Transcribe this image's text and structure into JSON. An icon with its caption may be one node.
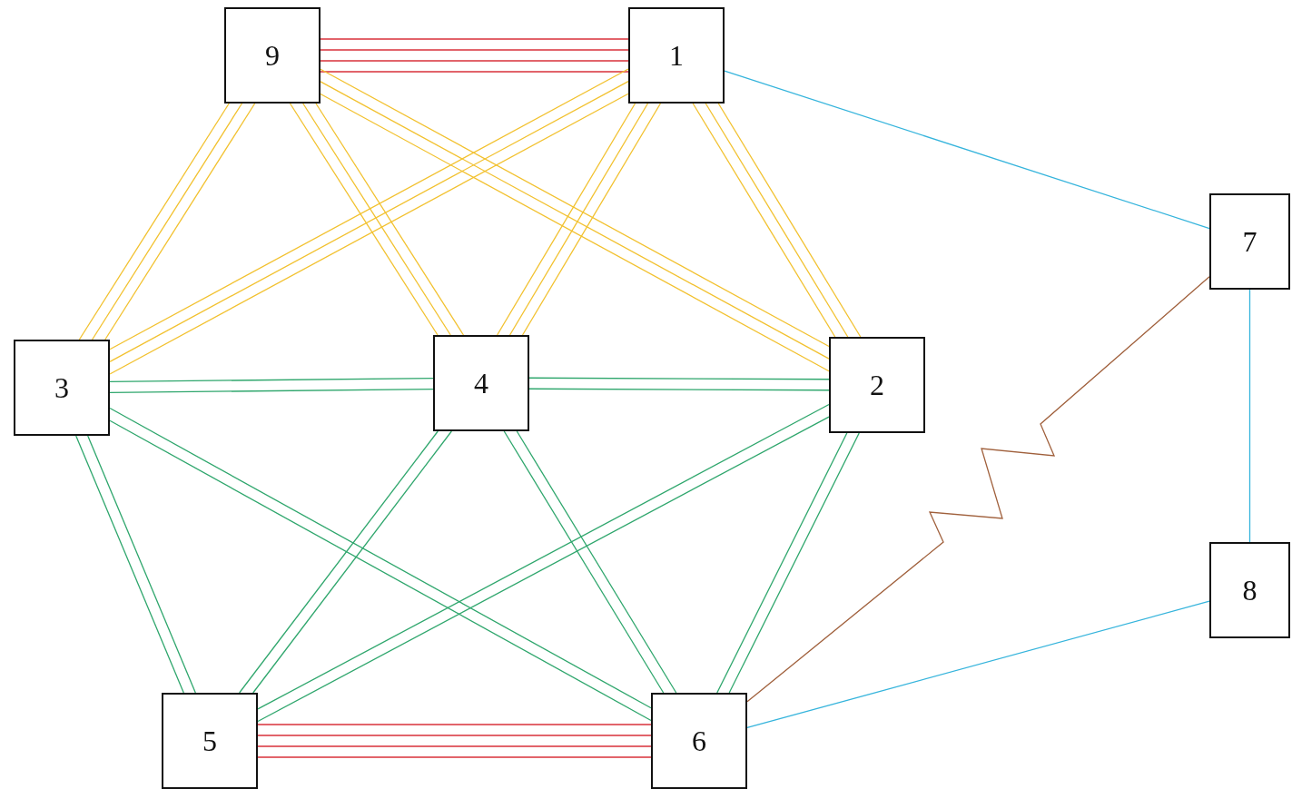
{
  "diagram": {
    "nodes": [
      {
        "text": [
          "9"
        ]
      },
      {
        "text": [
          "1"
        ]
      },
      {
        "text": [
          "7"
        ]
      },
      {
        "text": [
          "3"
        ]
      },
      {
        "text": [
          "4"
        ]
      },
      {
        "text": [
          "2"
        ]
      },
      {
        "text": [
          "8"
        ]
      },
      {
        "text": [
          "5"
        ]
      },
      {
        "text": [
          "6"
        ]
      }
    ],
    "edges": [
      {
        "from": 0,
        "to": 1,
        "arrow": "none",
        "color": "#d8303a"
      },
      {
        "from": 0,
        "to": 1,
        "arrow": "none",
        "color": "#d8303a"
      },
      {
        "from": 0,
        "to": 1,
        "arrow": "none",
        "color": "#d8303a"
      },
      {
        "from": 0,
        "to": 1,
        "arrow": "none",
        "color": "#d8303a"
      },
      {
        "from": 0,
        "to": 3,
        "arrow": "none"
      },
      {
        "from": 0,
        "to": 3,
        "arrow": "none"
      },
      {
        "from": 0,
        "to": 3,
        "arrow": "none"
      },
      {
        "from": 0,
        "to": 4,
        "arrow": "none"
      },
      {
        "from": 0,
        "to": 4,
        "arrow": "none"
      },
      {
        "from": 0,
        "to": 4,
        "arrow": "none"
      },
      {
        "from": 0,
        "to": 5,
        "arrow": "none"
      },
      {
        "from": 0,
        "to": 5,
        "arrow": "none"
      },
      {
        "from": 0,
        "to": 5,
        "arrow": "none"
      },
      {
        "from": 1,
        "to": 3,
        "arrow": "none"
      },
      {
        "from": 1,
        "to": 3,
        "arrow": "none"
      },
      {
        "from": 1,
        "to": 3,
        "arrow": "none"
      },
      {
        "from": 1,
        "to": 4,
        "arrow": "none"
      },
      {
        "from": 1,
        "to": 4,
        "arrow": "none"
      },
      {
        "from": 1,
        "to": 4,
        "arrow": "none"
      },
      {
        "from": 1,
        "to": 5,
        "arrow": "none"
      },
      {
        "from": 1,
        "to": 5,
        "arrow": "none"
      },
      {
        "from": 1,
        "to": 5,
        "arrow": "none"
      },
      {
        "from": 1,
        "to": 2,
        "arrow": "none",
        "color": "#35b4dc"
      },
      {
        "from": 2,
        "to": 6,
        "arrow": "none",
        "color": "#35b4dc"
      },
      {
        "from": 2,
        "to": 8,
        "arrow": "none",
        "color": "#a0603c"
      },
      {
        "from": 3,
        "to": 4,
        "arrow": "none",
        "color": "#2ea66c"
      },
      {
        "from": 3,
        "to": 4,
        "arrow": "none",
        "color": "#2ea66c"
      },
      {
        "from": 3,
        "to": 7,
        "arrow": "none",
        "color": "#2ea66c"
      },
      {
        "from": 3,
        "to": 7,
        "arrow": "none",
        "color": "#2ea66c"
      },
      {
        "from": 3,
        "to": 8,
        "arrow": "none",
        "color": "#2ea66c"
      },
      {
        "from": 3,
        "to": 8,
        "arrow": "none",
        "color": "#2ea66c"
      },
      {
        "from": 4,
        "to": 5,
        "arrow": "none",
        "color": "#2ea66c"
      },
      {
        "from": 4,
        "to": 5,
        "arrow": "none",
        "color": "#2ea66c"
      },
      {
        "from": 4,
        "to": 7,
        "arrow": "none",
        "color": "#2ea66c"
      },
      {
        "from": 4,
        "to": 7,
        "arrow": "none",
        "color": "#2ea66c"
      },
      {
        "from": 4,
        "to": 8,
        "arrow": "none",
        "color": "#2ea66c"
      },
      {
        "from": 4,
        "to": 8,
        "arrow": "none",
        "color": "#2ea66c"
      },
      {
        "from": 5,
        "to": 7,
        "arrow": "none",
        "color": "#2ea66c"
      },
      {
        "from": 5,
        "to": 7,
        "arrow": "none",
        "color": "#2ea66c"
      },
      {
        "from": 5,
        "to": 8,
        "arrow": "none",
        "color": "#2ea66c"
      },
      {
        "from": 5,
        "to": 8,
        "arrow": "none",
        "color": "#2ea66c"
      },
      {
        "from": 6,
        "to": 8,
        "arrow": "none",
        "color": "#35b4dc"
      },
      {
        "from": 7,
        "to": 8,
        "arrow": "none",
        "color": "#d8303a"
      },
      {
        "from": 7,
        "to": 8,
        "arrow": "none",
        "color": "#d8303a"
      },
      {
        "from": 7,
        "to": 8,
        "arrow": "none",
        "color": "#d8303a"
      },
      {
        "from": 7,
        "to": 8,
        "arrow": "none",
        "color": "#d8303a"
      }
    ]
  }
}
